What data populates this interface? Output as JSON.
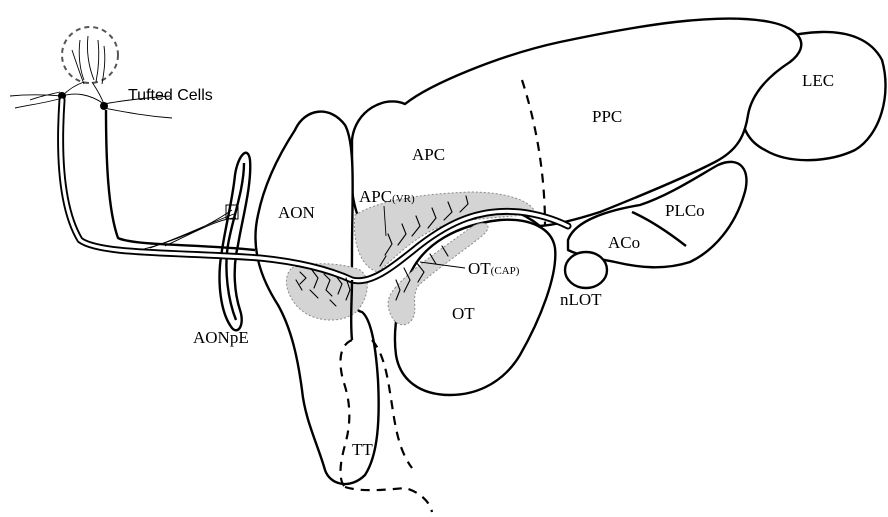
{
  "labels": {
    "tufted_cells": "Tufted Cells",
    "lec": "LEC",
    "ppc": "PPC",
    "apc": "APC",
    "apc_vr_main": "APC",
    "apc_vr_sub": "(VR)",
    "aon": "AON",
    "aonpe": "AONpE",
    "plco": "PLCo",
    "aco": "ACo",
    "nlot": "nLOT",
    "ot": "OT",
    "ot_cap_main": "OT",
    "ot_cap_sub": "(CAP)",
    "tt": "TT"
  },
  "colors": {
    "stroke": "#000000",
    "projection_region": "#d4d4d4",
    "background": "#ffffff"
  }
}
